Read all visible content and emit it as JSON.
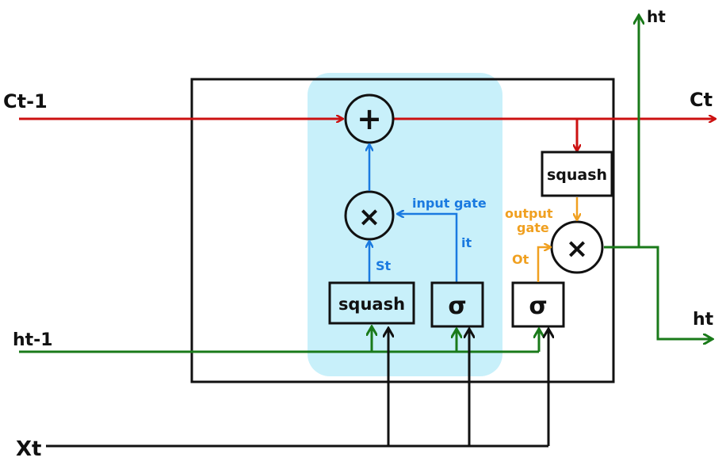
{
  "labels": {
    "c_prev": "Ct-1",
    "c_next": "Ct",
    "h_prev": "ht-1",
    "h_out_top": "ht",
    "h_out_right": "ht",
    "x_input": "Xt",
    "squash_left": "squash",
    "squash_right": "squash",
    "sigma_input": "σ",
    "sigma_output": "σ",
    "plus": "+",
    "times_input": "×",
    "times_output": "×",
    "s_t": "St",
    "i_t": "it",
    "o_t": "Ot",
    "input_gate": "input gate",
    "output_gate_line1": "output",
    "output_gate_line2": "gate"
  },
  "colors": {
    "cell_state": "#cc1111",
    "hidden": "#1a7a1a",
    "input_gate": "#1a7ae0",
    "output_gate": "#f0a020",
    "highlight": "#c8f0fa",
    "ink": "#111111"
  }
}
